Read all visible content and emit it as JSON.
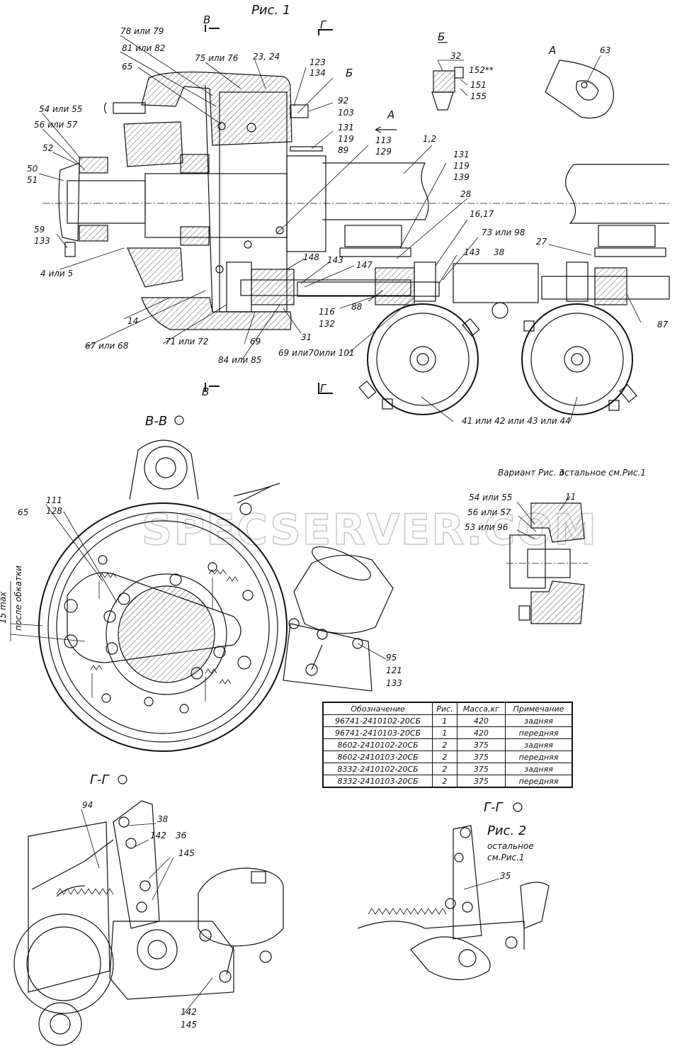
{
  "watermark": "SPECSERVER.COM",
  "fig1": {
    "title": "Рис. 1",
    "labels": {
      "l78": "78 или 79",
      "l81": "81 или 82",
      "l75": "75 или 76",
      "l23": "23, 24",
      "l65": "65",
      "l123": "123",
      "l134": "134",
      "lB": "Б",
      "l92": "92",
      "l103": "103",
      "l54": "54 или 55",
      "l56": "56 или 57",
      "l131a": "131",
      "l119a": "119",
      "l89": "89",
      "l52": "52",
      "l50": "50",
      "l51": "51",
      "l113": "113",
      "l129": "129",
      "l12": "1,2",
      "l131b": "131",
      "l119b": "119",
      "l139": "139",
      "l28": "28",
      "l1617": "16,17",
      "l59": "59",
      "l133": "133",
      "l7398": "73 или 98",
      "l143a": "143",
      "l38": "38",
      "l27": "27",
      "l148": "148",
      "l143b": "143",
      "l147": "147",
      "l45": "4 или 5",
      "l116": "116",
      "l132": "132",
      "l88": "88",
      "l87": "87",
      "l14": "14",
      "l6768": "67 или 68",
      "l7172": "71 или 72",
      "l69": "69",
      "l31": "31",
      "l8485": "84 или 85",
      "l6970": "69 или70или 101",
      "l41": "41 или 42 или 43 или 44",
      "secV1": "В",
      "secV2": "В",
      "secG1": "Г",
      "secG2": "Г",
      "viewA": "А"
    }
  },
  "viewB": {
    "title": "Б",
    "l32": "32",
    "l152": "152**",
    "l151": "151",
    "l155": "155"
  },
  "viewA": {
    "title": "А",
    "l63": "63"
  },
  "secVV": {
    "title": "В-В",
    "l111": "111",
    "l128": "128",
    "l65": "65",
    "l95": "95",
    "l121": "121",
    "l133": "133",
    "side1": "15 max",
    "side2": "после обкатки"
  },
  "variant3": {
    "title": "Вариант Рис. 3",
    "subtitle": "остальное см.Рис.1",
    "l5455": "54 или 55",
    "l11": "11",
    "l5657": "56 или 57",
    "l5396": "53 или 96"
  },
  "table": {
    "headers": [
      "Обозначение",
      "Рис.",
      "Масса,кг",
      "Примечание"
    ],
    "rows": [
      [
        "96741-2410102-20СБ",
        "1",
        "420",
        "задняя"
      ],
      [
        "96741-2410103-20СБ",
        "1",
        "420",
        "передняя"
      ],
      [
        "8602-2410102-20СБ",
        "2",
        "375",
        "задняя"
      ],
      [
        "8602-2410103-20СБ",
        "2",
        "375",
        "передняя"
      ],
      [
        "8332-2410102-20СБ",
        "2",
        "375",
        "задняя"
      ],
      [
        "8332-2410103-20СБ",
        "2",
        "375",
        "передняя"
      ]
    ]
  },
  "secGG1": {
    "title": "Г-Г",
    "l94": "94",
    "l38": "38",
    "l142a": "142",
    "l36": "36",
    "l145a": "145",
    "l142b": "142",
    "l145b": "145"
  },
  "secGG2": {
    "title": "Г-Г",
    "fig": "Рис. 2",
    "note1": "остальное",
    "note2": "см.Рис.1",
    "l35": "35"
  }
}
